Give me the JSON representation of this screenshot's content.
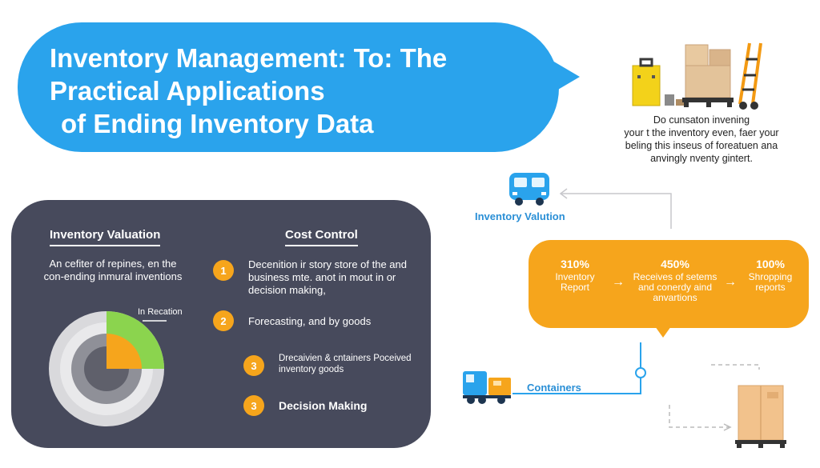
{
  "title": {
    "line1": "Inventory Management: To: The",
    "line2": "Practical Applications",
    "line3": "of Ending Inventory Data"
  },
  "intro": {
    "lines": [
      "Do cunsaton invening",
      "your t the inventory even, faer your",
      "beling this inseus of foreatuen ana",
      "anvingly nventy gintert."
    ]
  },
  "valuation": {
    "heading": "Inventory Valuation",
    "desc": "An cefiter of repines, en the con-ending inmural inventions",
    "chart_label": "In Recation"
  },
  "cost_control": {
    "heading": "Cost Control",
    "items": [
      {
        "badge": "1",
        "text": "Decenition ir story store of the and business mte. anot in mout in or decision making,"
      },
      {
        "badge": "2",
        "text": "Forecasting, and by goods"
      },
      {
        "badge": "3",
        "text": "Drecaivien & cntainers Poceived inventory goods"
      },
      {
        "badge": "3",
        "text": "Decision Making"
      }
    ]
  },
  "flow": {
    "top_label": "Inventory Valution",
    "stats": [
      {
        "value": "310%",
        "label": "Inventory Report"
      },
      {
        "value": "450%",
        "label": "Receives of setems and conerdy aind anvartions"
      },
      {
        "value": "100%",
        "label": "Shropping reports"
      }
    ],
    "bottom_label": "Containers"
  },
  "colors": {
    "blue": "#2aa3ec",
    "orange": "#f6a51c",
    "dark": "#474a5c",
    "green": "#8bd44e"
  },
  "chart_data": {
    "type": "pie",
    "segments": [
      {
        "name": "In Recation",
        "value": 25,
        "color": "#8bd44e"
      }
    ]
  }
}
